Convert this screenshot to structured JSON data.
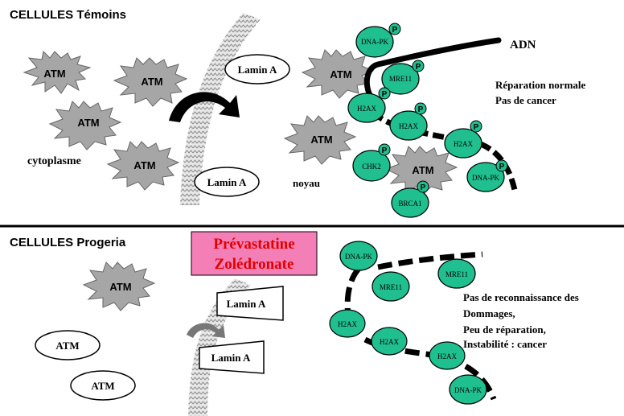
{
  "top_panel": {
    "title": "CELLULES Témoins",
    "atm_label": "ATM",
    "lamin_label": "Lamin A",
    "cytoplasm_label": "cytoplasme",
    "nucleus_label": "noyau",
    "dna_label": "ADN",
    "outcome_line1": "Réparation normale",
    "outcome_line2": "Pas de cancer",
    "phospho_label": "P",
    "proteins": {
      "dnapk": "DNA-PK",
      "mre11": "MRE11",
      "h2ax": "H2AX",
      "chk2": "CHK2",
      "brca1": "BRCA1"
    }
  },
  "bottom_panel": {
    "title": "CELLULES Progeria",
    "drug_line1": "Prévastatine",
    "drug_line2": "Zolédronate",
    "atm_label": "ATM",
    "lamin_label": "Lamin A",
    "outcome_line1": "Pas de reconnaissance des",
    "outcome_line2": "Dommages,",
    "outcome_line3": "Peu de réparation,",
    "outcome_line4": "Instabilité : cancer",
    "proteins": {
      "dnapk": "DNA-PK",
      "mre11": "MRE11",
      "h2ax": "H2AX"
    }
  },
  "colors": {
    "protein_fill": "#1fbf8f",
    "atm_fill": "#a6a6a6",
    "drug_box_fill": "#f47fb6",
    "drug_text": "#e00000",
    "lamina_fill": "#bdbdbd"
  }
}
